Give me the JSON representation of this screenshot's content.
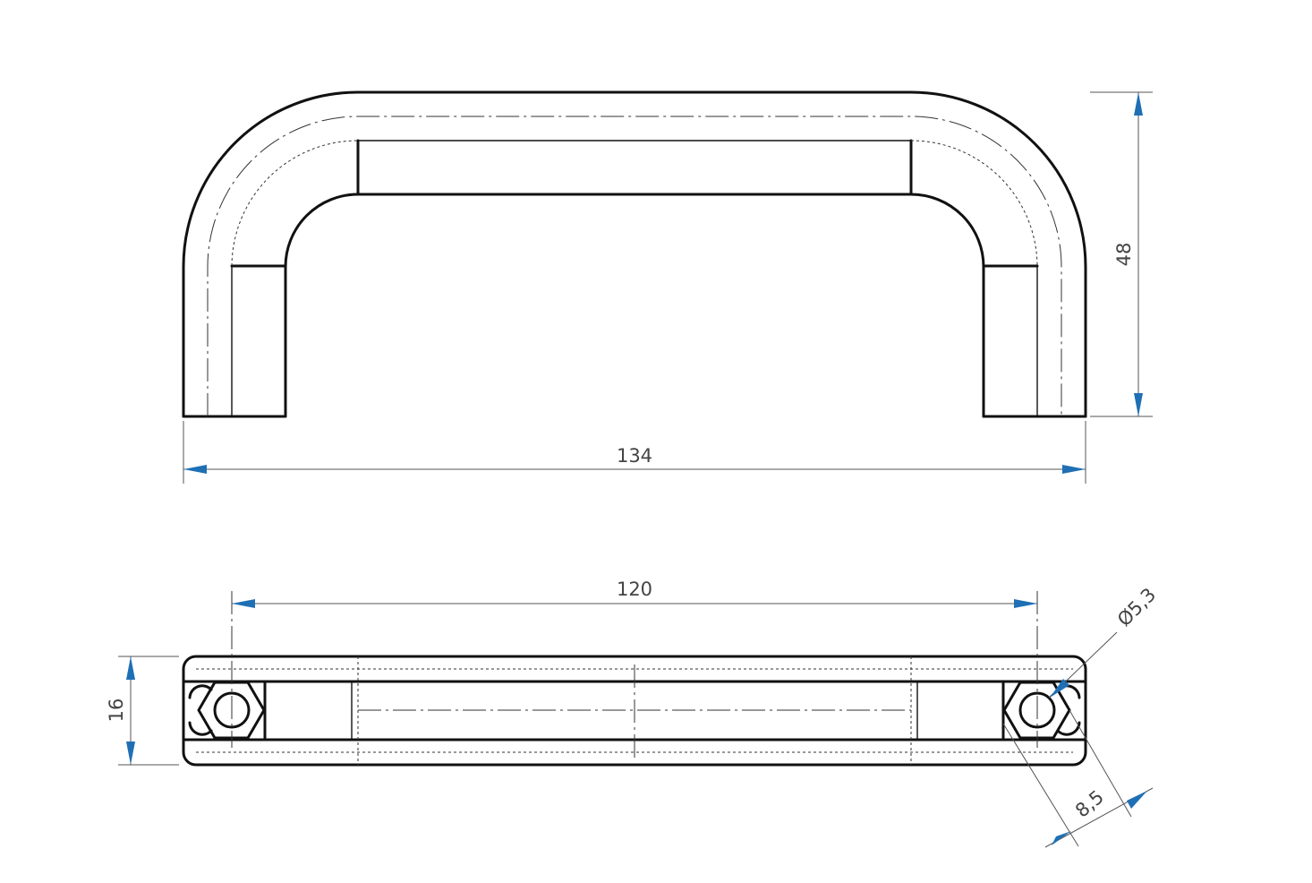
{
  "dimensions": {
    "overall_width": "134",
    "height": "48",
    "hole_spacing": "120",
    "thickness": "16",
    "hole_diameter": "Ø5,3",
    "hex_size": "8,5"
  },
  "colors": {
    "outline": "#111111",
    "dimension_line": "#555555",
    "arrow": "#1f6fb5",
    "text": "#444444"
  }
}
